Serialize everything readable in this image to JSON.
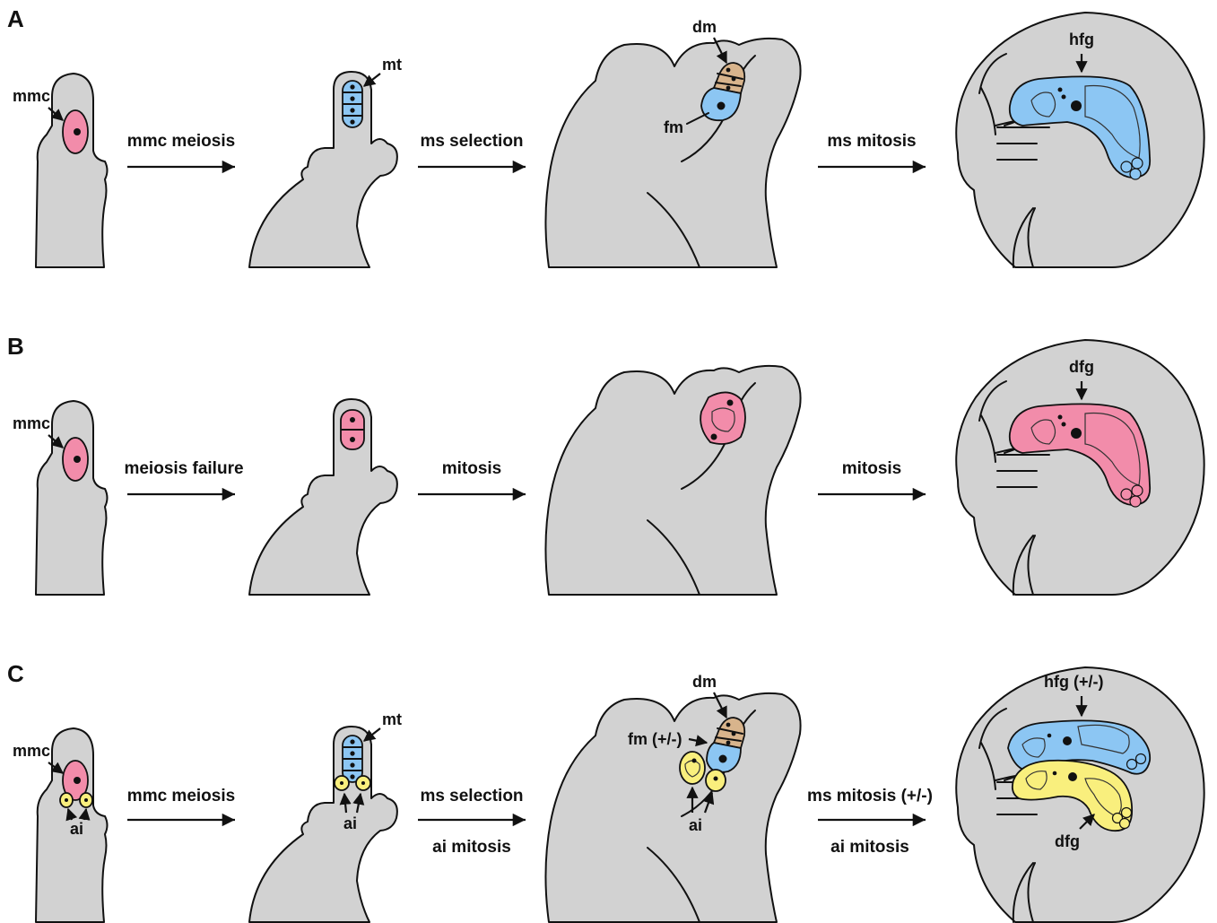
{
  "colors": {
    "tissue": "#d2d2d2",
    "mmc": "#f28caa",
    "functional": "#8cc6f3",
    "degenerating": "#d8b48c",
    "aposporous": "#f9ef7d",
    "outline": "#111111"
  },
  "panels": [
    {
      "letter": "A",
      "steps": [
        {
          "text": "mmc meiosis",
          "sub": ""
        },
        {
          "text": "ms selection",
          "sub": ""
        },
        {
          "text": "ms mitosis",
          "sub": ""
        }
      ],
      "labels": {
        "mmc": "mmc",
        "mt": "mt",
        "dm": "dm",
        "fm": "fm",
        "fg": "hfg"
      }
    },
    {
      "letter": "B",
      "steps": [
        {
          "text": "meiosis failure",
          "sub": ""
        },
        {
          "text": "mitosis",
          "sub": ""
        },
        {
          "text": "mitosis",
          "sub": ""
        }
      ],
      "labels": {
        "mmc": "mmc",
        "fg": "dfg"
      }
    },
    {
      "letter": "C",
      "steps": [
        {
          "text": "mmc meiosis",
          "sub": ""
        },
        {
          "text": "ms selection",
          "sub": "ai mitosis"
        },
        {
          "text": "ms mitosis (+/-)",
          "sub": "ai mitosis"
        }
      ],
      "labels": {
        "mmc": "mmc",
        "ai1": "ai",
        "mt": "mt",
        "ai2": "ai",
        "dm": "dm",
        "fm": "fm (+/-)",
        "ai3": "ai",
        "fg": "hfg (+/-)",
        "fg2": "dfg"
      }
    }
  ]
}
